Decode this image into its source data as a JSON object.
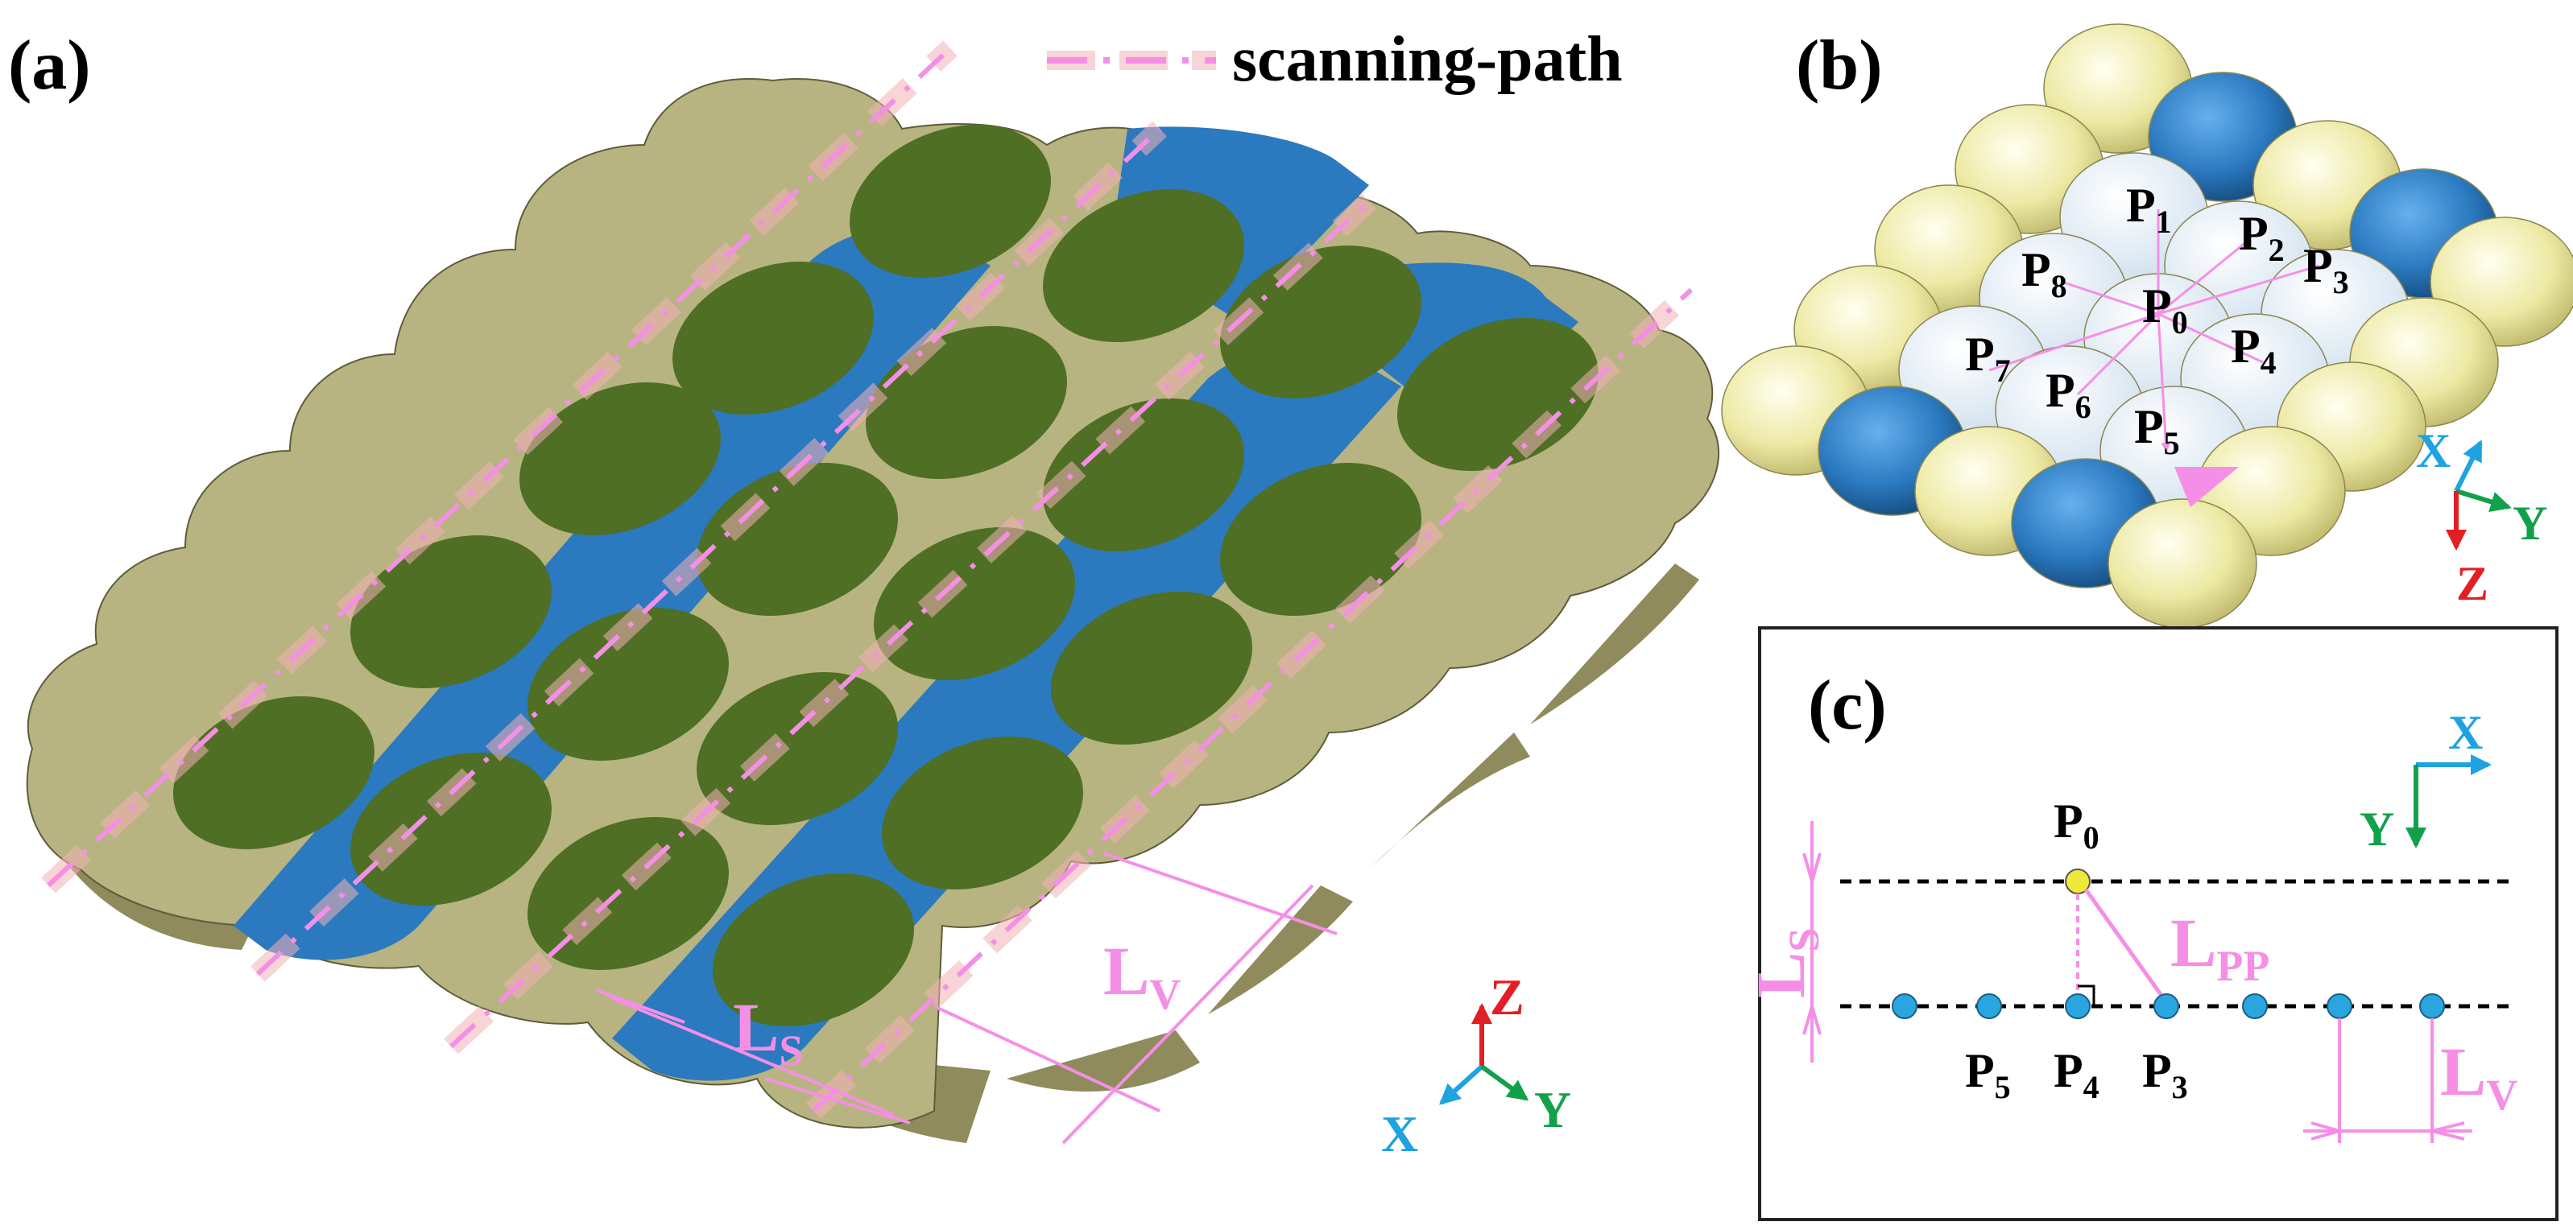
{
  "colors": {
    "beige": "#B8B481",
    "beige_dark": "#8F8B5C",
    "blue": "#2B79BF",
    "blue_dark": "#1D5C96",
    "green": "#4E6F24",
    "yellow": "#EDE9A4",
    "pink": "#F58FE6",
    "pink_glow": "#F4B2B8",
    "axis_x": "#1FA3E0",
    "axis_y": "#13A04B",
    "axis_z": "#E31E24",
    "black": "#000000"
  },
  "panel_a": {
    "tag": "(a)",
    "legend_label": "scanning-path",
    "ls_label": "L",
    "ls_sub": "S",
    "lv_label": "L",
    "lv_sub": "V",
    "axes": {
      "x": "X",
      "y": "Y",
      "z": "Z"
    }
  },
  "panel_b": {
    "tag": "(b)",
    "points": [
      {
        "main": "P",
        "sub": "1"
      },
      {
        "main": "P",
        "sub": "2"
      },
      {
        "main": "P",
        "sub": "3"
      },
      {
        "main": "P",
        "sub": "8"
      },
      {
        "main": "P",
        "sub": "0"
      },
      {
        "main": "P",
        "sub": "7"
      },
      {
        "main": "P",
        "sub": "4"
      },
      {
        "main": "P",
        "sub": "6"
      },
      {
        "main": "P",
        "sub": "5"
      }
    ],
    "axes": {
      "x": "X",
      "y": "Y",
      "z": "Z"
    }
  },
  "panel_c": {
    "tag": "(c)",
    "p0": {
      "main": "P",
      "sub": "0"
    },
    "p5": {
      "main": "P",
      "sub": "5"
    },
    "p4": {
      "main": "P",
      "sub": "4"
    },
    "p3": {
      "main": "P",
      "sub": "3"
    },
    "ls_label": "L",
    "ls_sub": "S",
    "lpp_label": "L",
    "lpp_sub": "PP",
    "lv_label": "L",
    "lv_sub": "V",
    "axes": {
      "x": "X",
      "y": "Y"
    }
  }
}
